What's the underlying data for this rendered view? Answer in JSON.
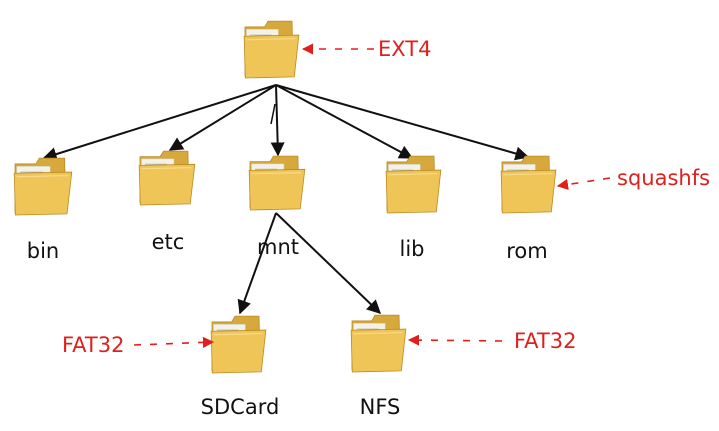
{
  "colors": {
    "edge": "#111111",
    "annotation": "#e0201c",
    "folder_body": "#f0c558",
    "folder_back": "#d7a83b",
    "folder_paper": "#f4f1e8",
    "folder_edge": "#b98a22"
  },
  "nodes": [
    {
      "id": "root",
      "name": "",
      "icon": "folder-icon"
    },
    {
      "id": "bin",
      "name": "bin",
      "icon": "folder-icon"
    },
    {
      "id": "etc",
      "name": "etc",
      "icon": "folder-icon"
    },
    {
      "id": "mnt",
      "name": "mnt",
      "icon": "folder-icon"
    },
    {
      "id": "lib",
      "name": "lib",
      "icon": "folder-icon"
    },
    {
      "id": "rom",
      "name": "rom",
      "icon": "folder-icon"
    },
    {
      "id": "sdcard",
      "name": "SDCard",
      "icon": "folder-icon"
    },
    {
      "id": "nfs",
      "name": "NFS",
      "icon": "folder-icon"
    }
  ],
  "edges": [
    {
      "from": "root",
      "to": "bin"
    },
    {
      "from": "root",
      "to": "etc"
    },
    {
      "from": "root",
      "to": "mnt"
    },
    {
      "from": "root",
      "to": "lib"
    },
    {
      "from": "root",
      "to": "rom"
    },
    {
      "from": "mnt",
      "to": "sdcard"
    },
    {
      "from": "mnt",
      "to": "nfs"
    }
  ],
  "annotations": [
    {
      "target": "root",
      "text": "EXT4"
    },
    {
      "target": "rom",
      "text": "squashfs"
    },
    {
      "target": "sdcard",
      "text": "FAT32"
    },
    {
      "target": "nfs",
      "text": "FAT32"
    }
  ]
}
